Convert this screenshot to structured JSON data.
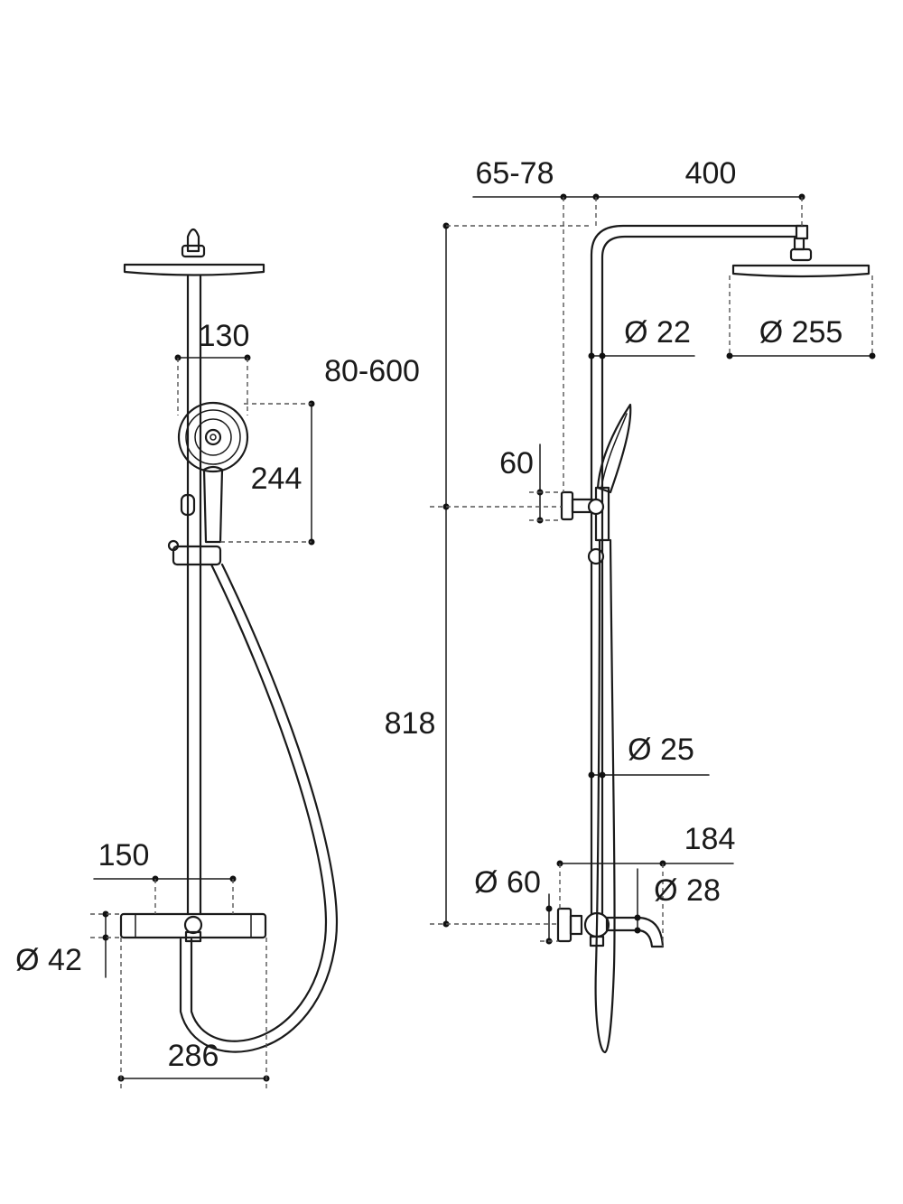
{
  "front_view": {
    "dims": {
      "hand_shower_width": "130",
      "slide_range": "80-600",
      "hand_shower_height": "244",
      "mixer_inlet_spacing": "150",
      "mixer_diameter": "Ø 42",
      "mixer_length": "286"
    }
  },
  "side_view": {
    "dims": {
      "wall_offset": "65-78",
      "arm_length": "400",
      "upper_pipe_diameter": "Ø 22",
      "head_diameter": "Ø 255",
      "bracket_height": "60",
      "total_height": "818",
      "lower_pipe_diameter": "Ø 25",
      "spout_projection": "184",
      "escutcheon_diameter": "Ø 60",
      "spout_diameter": "Ø 28"
    }
  }
}
